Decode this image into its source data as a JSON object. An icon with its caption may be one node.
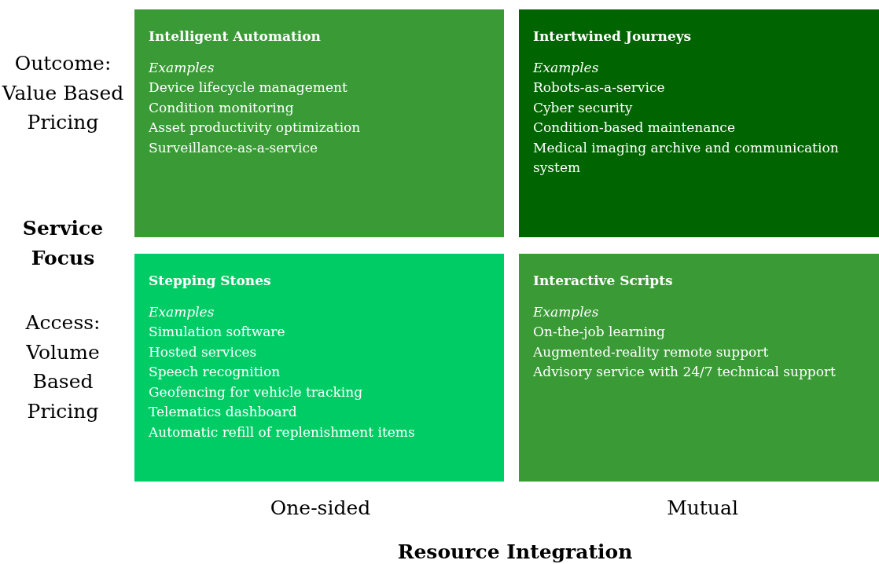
{
  "diagram": {
    "nodes": [
      {
        "text": [
          "Intelligent Automation",
          "Examples",
          "Device lifecycle management",
          "Condition monitoring",
          "Asset productivity optimization",
          "Surveillance-as-a-service"
        ]
      },
      {
        "text": [
          "Intertwined Journeys",
          "Examples",
          "Robots-as-a-service",
          "Cyber security",
          "Condition-based maintenance",
          "Medical imaging archive and communication system"
        ]
      },
      {
        "text": [
          "Stepping Stones",
          "Examples",
          "Simulation software",
          "Hosted services",
          "Speech recognition",
          "Geofencing for vehicle tracking",
          "Telematics dashboard",
          "Automatic refill of replenishment items"
        ]
      },
      {
        "text": [
          "Interactive Scripts",
          "Examples",
          "On-the-job learning",
          "Augmented-reality remote support",
          "Advisory service with 24/7 technical support"
        ]
      }
    ],
    "labels": [
      "Outcome: Value Based Pricing",
      "Service Focus",
      "Access: Volume Based Pricing",
      "One-sided",
      "Mutual",
      "Resource Integration"
    ]
  }
}
